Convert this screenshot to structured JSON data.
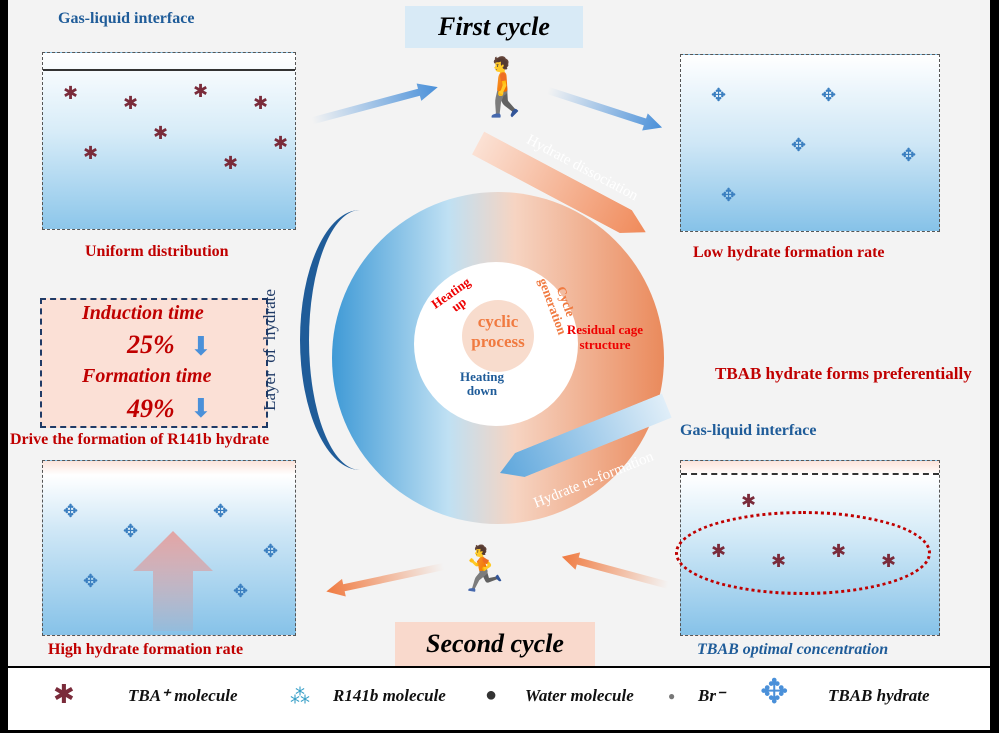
{
  "titles": {
    "first": "First cycle",
    "second": "Second cycle"
  },
  "top_left": {
    "interface": "Gas-liquid interface",
    "caption": "Uniform distribution"
  },
  "top_right": {
    "caption": "Low hydrate formation rate"
  },
  "bottom_left": {
    "caption": "High hydrate formation rate"
  },
  "bottom_right": {
    "interface": "Gas-liquid interface",
    "top_caption": "TBAB hydrate forms preferentially",
    "caption": "TBAB optimal concentration"
  },
  "stats": {
    "induction_label": "Induction time",
    "induction_value": "25%",
    "formation_label": "Formation time",
    "formation_value": "49%",
    "drive": "Drive the formation of R141b hydrate"
  },
  "arrows": {
    "dissociation": "Hydrate dissociation",
    "reformation": "Hydrate re-formation",
    "layer": "Layer  of  hydrate"
  },
  "center": {
    "heating_up": "Heating up",
    "cycle_generation": "Cycle generation",
    "heating_down": "Heating down",
    "cyclic_process": "cyclic process",
    "residual": "Residual cage structure"
  },
  "legend": {
    "tba": "TBA⁺ molecule",
    "r141b": "R141b molecule",
    "water": "Water molecule",
    "br": "Br⁻",
    "tbab": "TBAB hydrate"
  },
  "colors": {
    "red": "#c00000",
    "blue": "#1f5c99",
    "orange": "#f07a40"
  }
}
